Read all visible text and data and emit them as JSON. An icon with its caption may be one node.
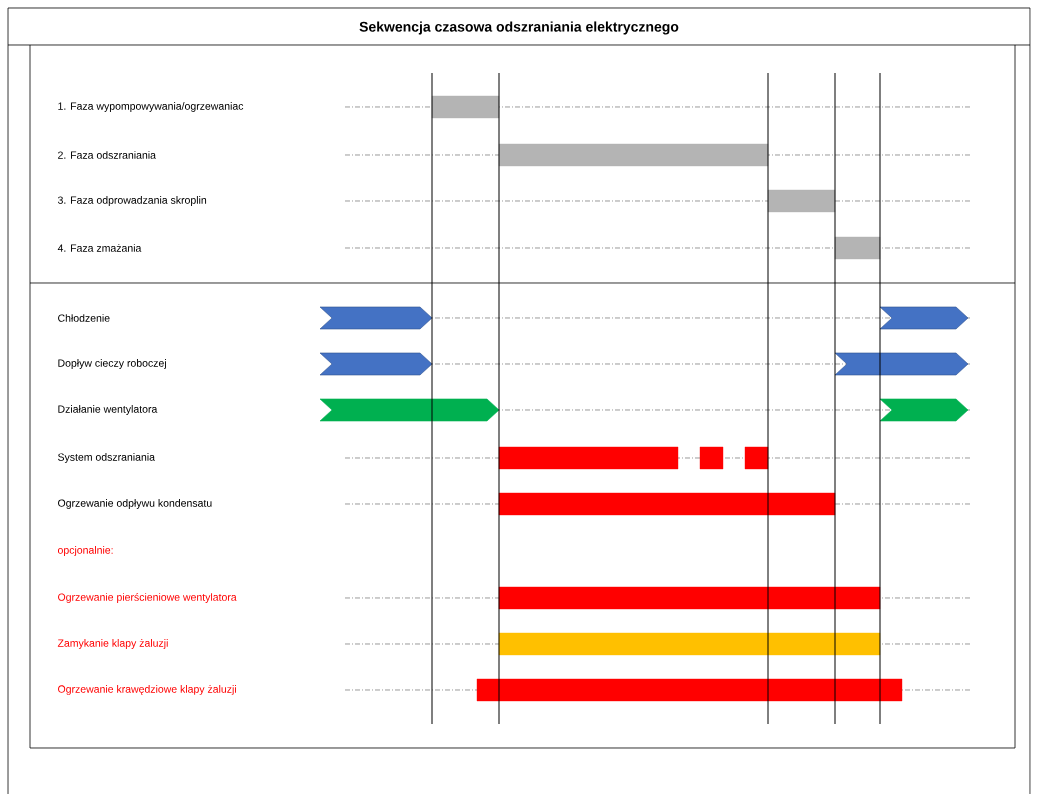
{
  "diagram": {
    "title": "Sekwencja czasowa odszraniania elektrycznego",
    "labels": [
      "1. Faza wypompowywania/ogrzewaniac",
      "2. Faza odszraniania",
      "3. Faza odprowadzania skroplin",
      "4. Faza zmażania",
      "Chłodzenie",
      "Dopływ cieczy roboczej",
      "Działanie wentylatora",
      "System odszraniania",
      "Ogrzewanie odpływu kondensatu",
      "opcjonalnie:",
      "Ogrzewanie pierścieniowe wentylatora",
      "Zamykanie klapy żaluzji",
      "Ogrzewanie krawędziowe klapy żaluzji"
    ]
  }
}
